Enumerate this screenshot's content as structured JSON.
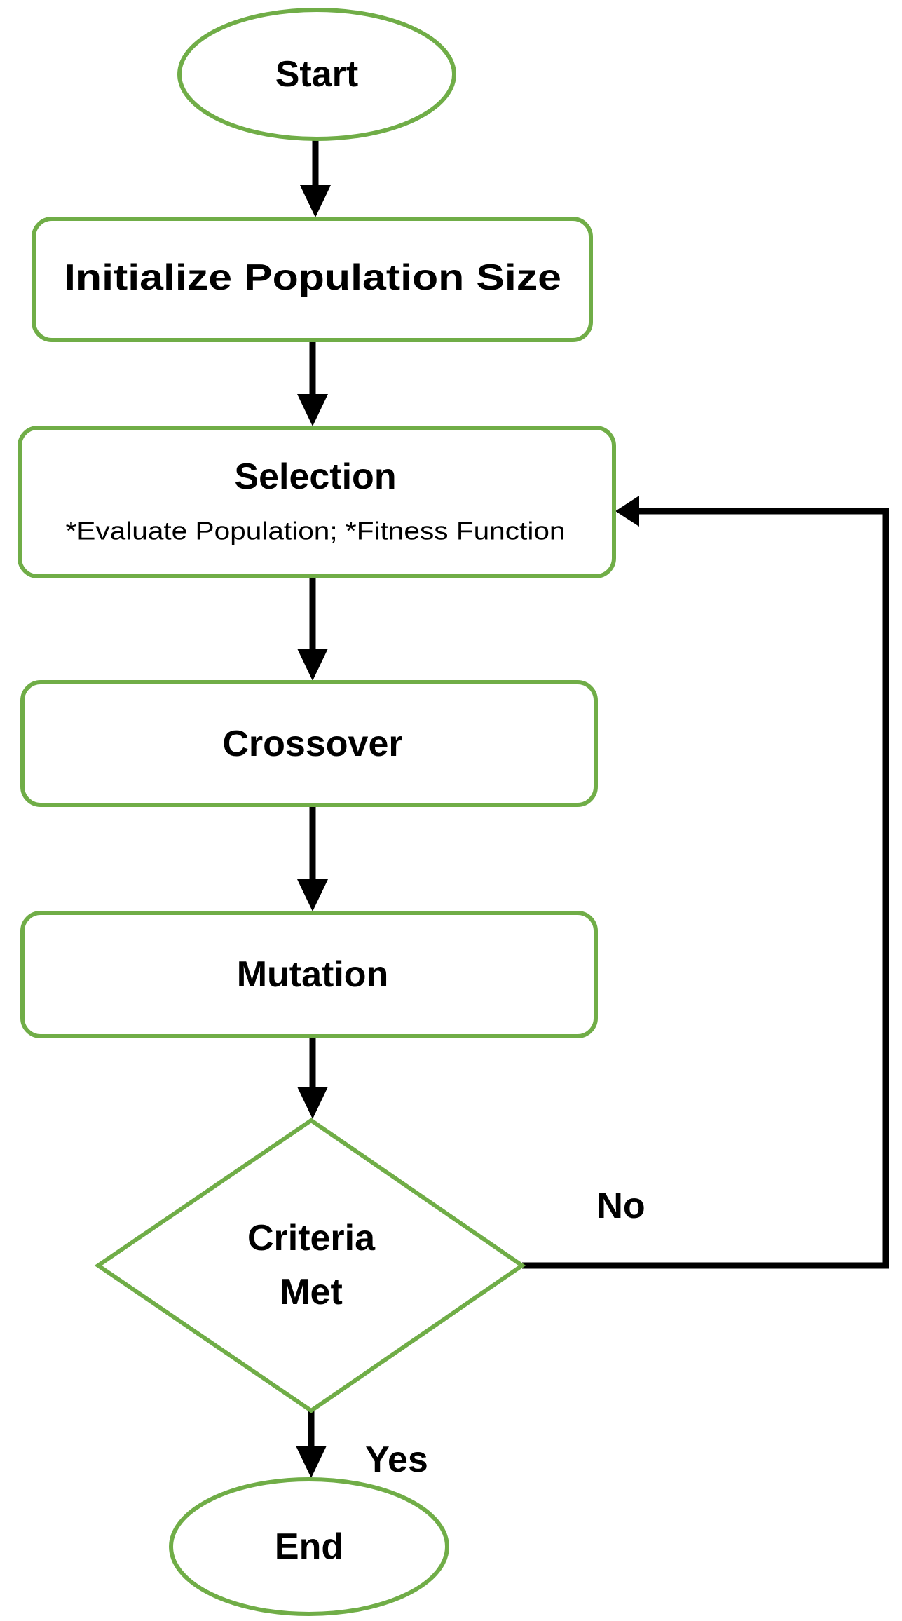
{
  "colors": {
    "shape_stroke": "#70AD47",
    "connector": "#000000",
    "text": "#000000",
    "background": "#ffffff"
  },
  "nodes": {
    "start": {
      "type": "terminator",
      "label": "Start"
    },
    "initialize": {
      "type": "process",
      "label": "Initialize Population Size"
    },
    "selection": {
      "type": "process",
      "label": "Selection",
      "sublabel": "*Evaluate Population; *Fitness Function"
    },
    "crossover": {
      "type": "process",
      "label": "Crossover"
    },
    "mutation": {
      "type": "process",
      "label": "Mutation"
    },
    "criteria": {
      "type": "decision",
      "label_lines": [
        "Criteria",
        "Met"
      ]
    },
    "end": {
      "type": "terminator",
      "label": "End"
    }
  },
  "edges": {
    "no_label": "No",
    "yes_label": "Yes"
  }
}
